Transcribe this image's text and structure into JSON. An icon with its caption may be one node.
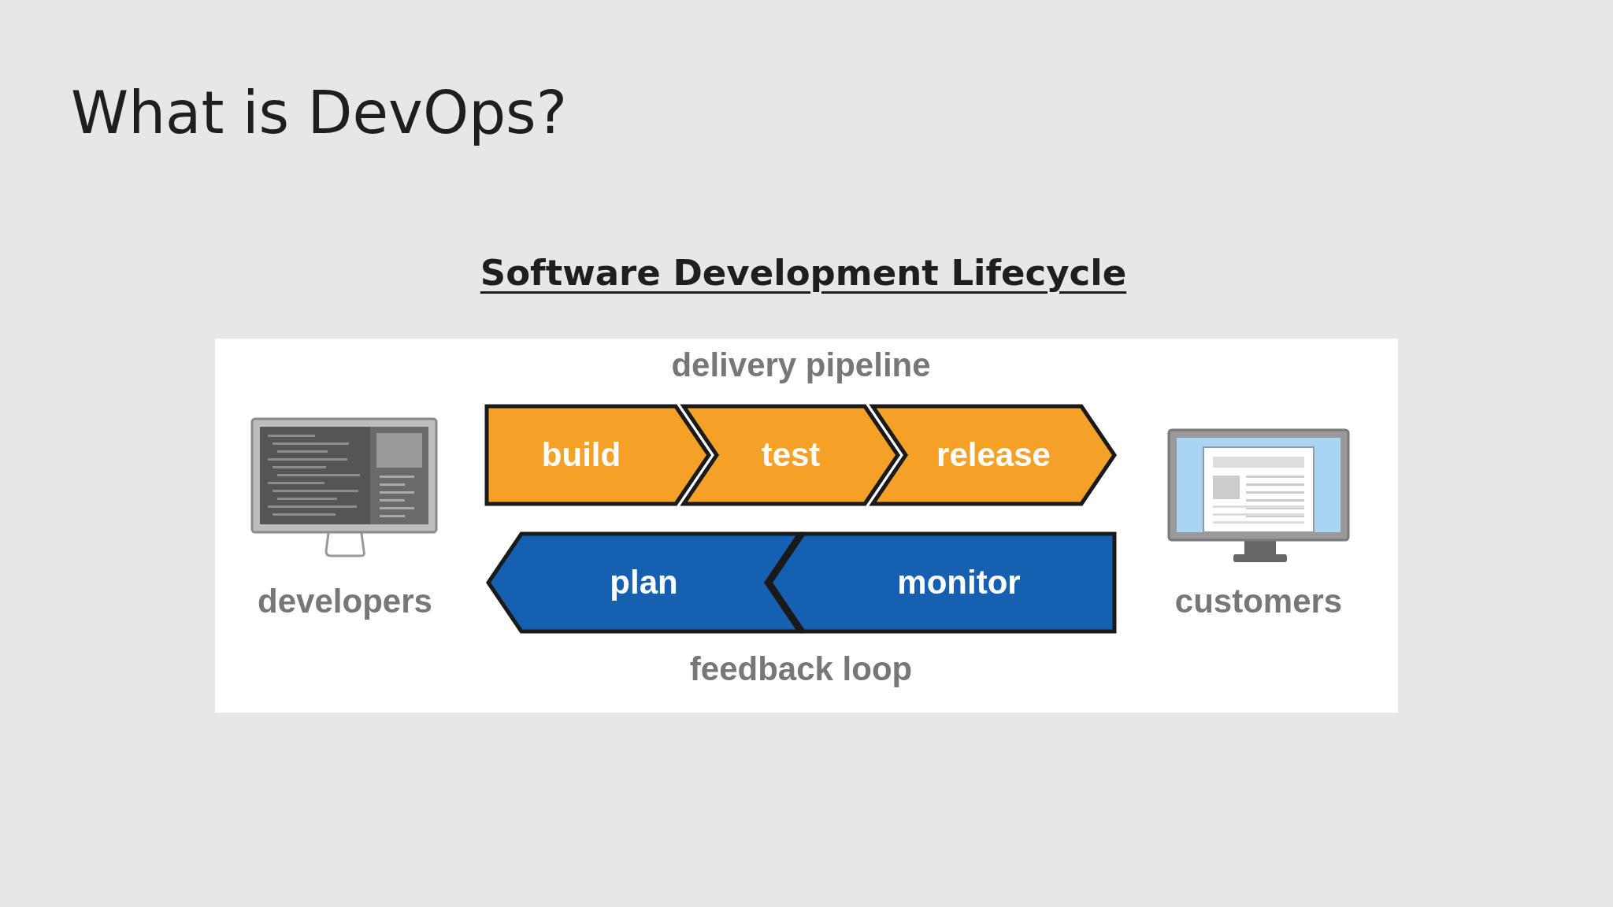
{
  "diagram": {
    "title": "What is DevOps?",
    "nodes": [
      {
        "text": [
          "build"
        ]
      },
      {
        "text": [
          "test"
        ]
      },
      {
        "text": [
          "release"
        ]
      },
      {
        "text": [
          "plan"
        ]
      },
      {
        "text": [
          "monitor"
        ]
      },
      {
        "text": [
          "developers"
        ]
      },
      {
        "text": [
          "customers"
        ]
      }
    ],
    "labels": [
      "Software Development Lifecycle",
      "delivery pipeline",
      "feedback loop"
    ]
  }
}
